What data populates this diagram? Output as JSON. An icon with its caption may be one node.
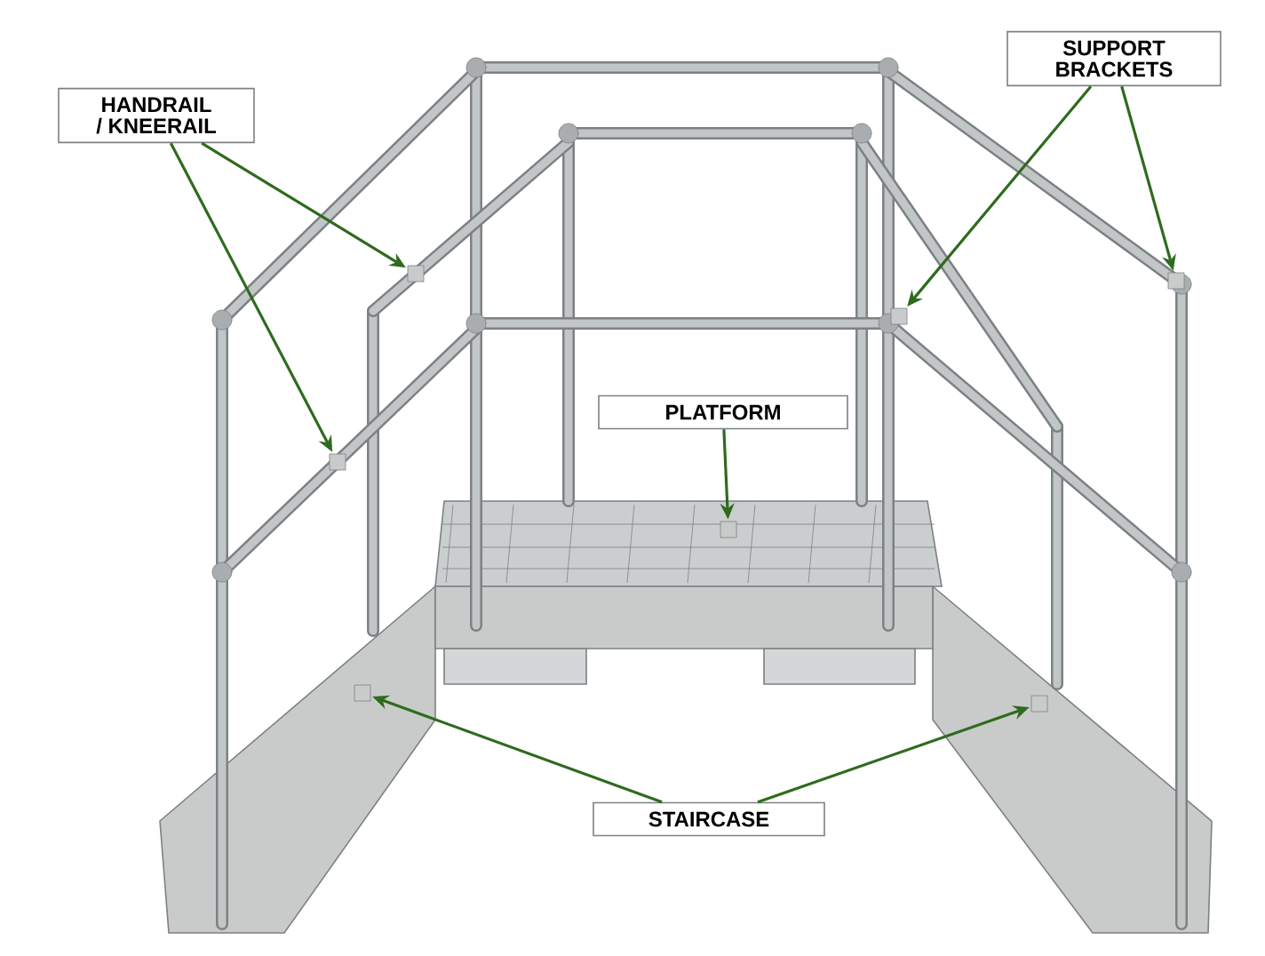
{
  "diagram": {
    "nodes": [
      {
        "text": [
          "HANDRAIL / KNEERAIL"
        ]
      },
      {
        "text": [
          "SUPPORT BRACKETS"
        ]
      },
      {
        "text": [
          "PLATFORM"
        ]
      },
      {
        "text": [
          "STAIRCASE"
        ]
      },
      {
        "text": [],
        "shape": "box"
      },
      {
        "text": [],
        "shape": "box"
      },
      {
        "text": [],
        "shape": "box"
      },
      {
        "text": [],
        "shape": "box"
      },
      {
        "text": [],
        "shape": "box"
      },
      {
        "text": [],
        "shape": "box"
      },
      {
        "text": [],
        "shape": "box"
      }
    ],
    "edges": [
      {
        "from": 0,
        "to": 4,
        "arrow": "to"
      },
      {
        "from": 0,
        "to": 5,
        "arrow": "to"
      },
      {
        "from": 1,
        "to": 6,
        "arrow": "to"
      },
      {
        "from": 1,
        "to": 7,
        "arrow": "to"
      },
      {
        "from": 2,
        "to": 8,
        "arrow": "to"
      },
      {
        "from": 3,
        "to": 9,
        "arrow": "to"
      },
      {
        "from": 3,
        "to": 10,
        "arrow": "to"
      }
    ]
  }
}
